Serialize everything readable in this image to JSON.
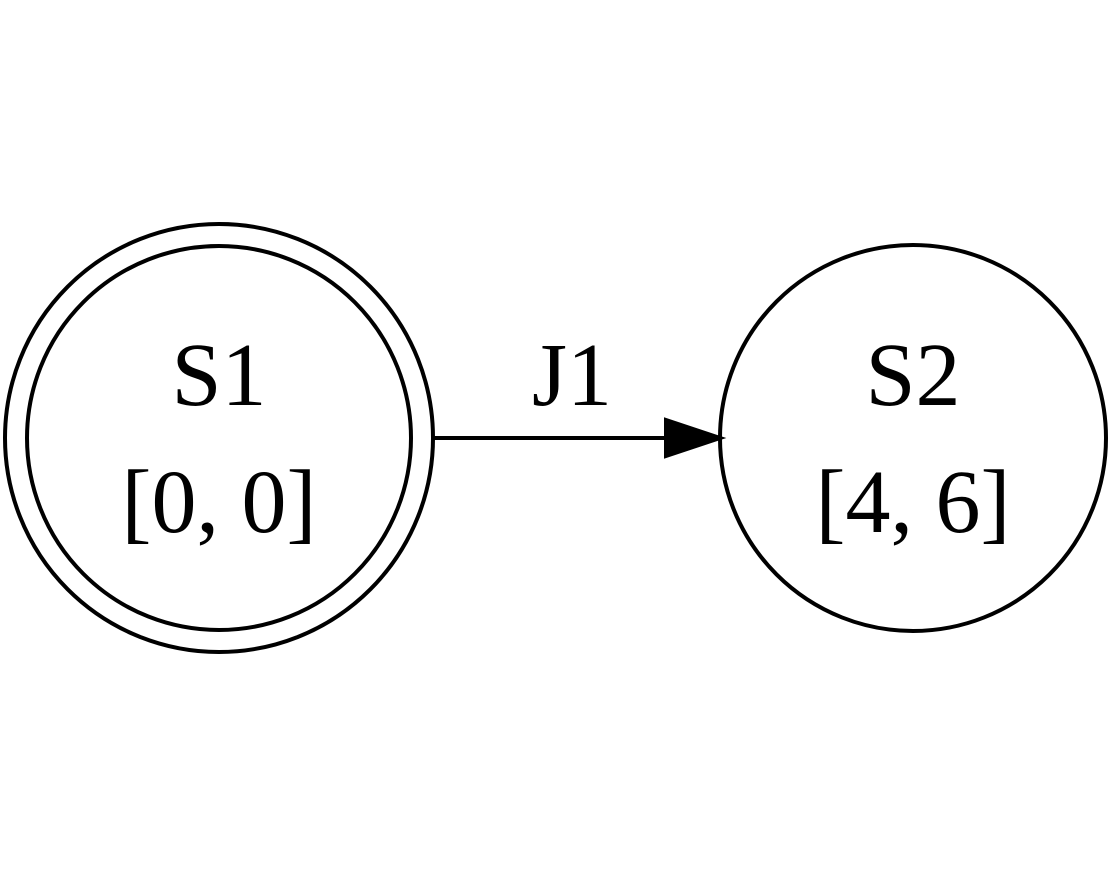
{
  "diagram": {
    "type": "state-transition",
    "nodes": [
      {
        "id": "S1",
        "name": "S1",
        "value": "[0, 0]",
        "initial": true
      },
      {
        "id": "S2",
        "name": "S2",
        "value": "[4, 6]",
        "initial": false
      }
    ],
    "edges": [
      {
        "from": "S1",
        "to": "S2",
        "label": "J1"
      }
    ],
    "colors": {
      "stroke": "#000000",
      "background": "#ffffff"
    }
  }
}
